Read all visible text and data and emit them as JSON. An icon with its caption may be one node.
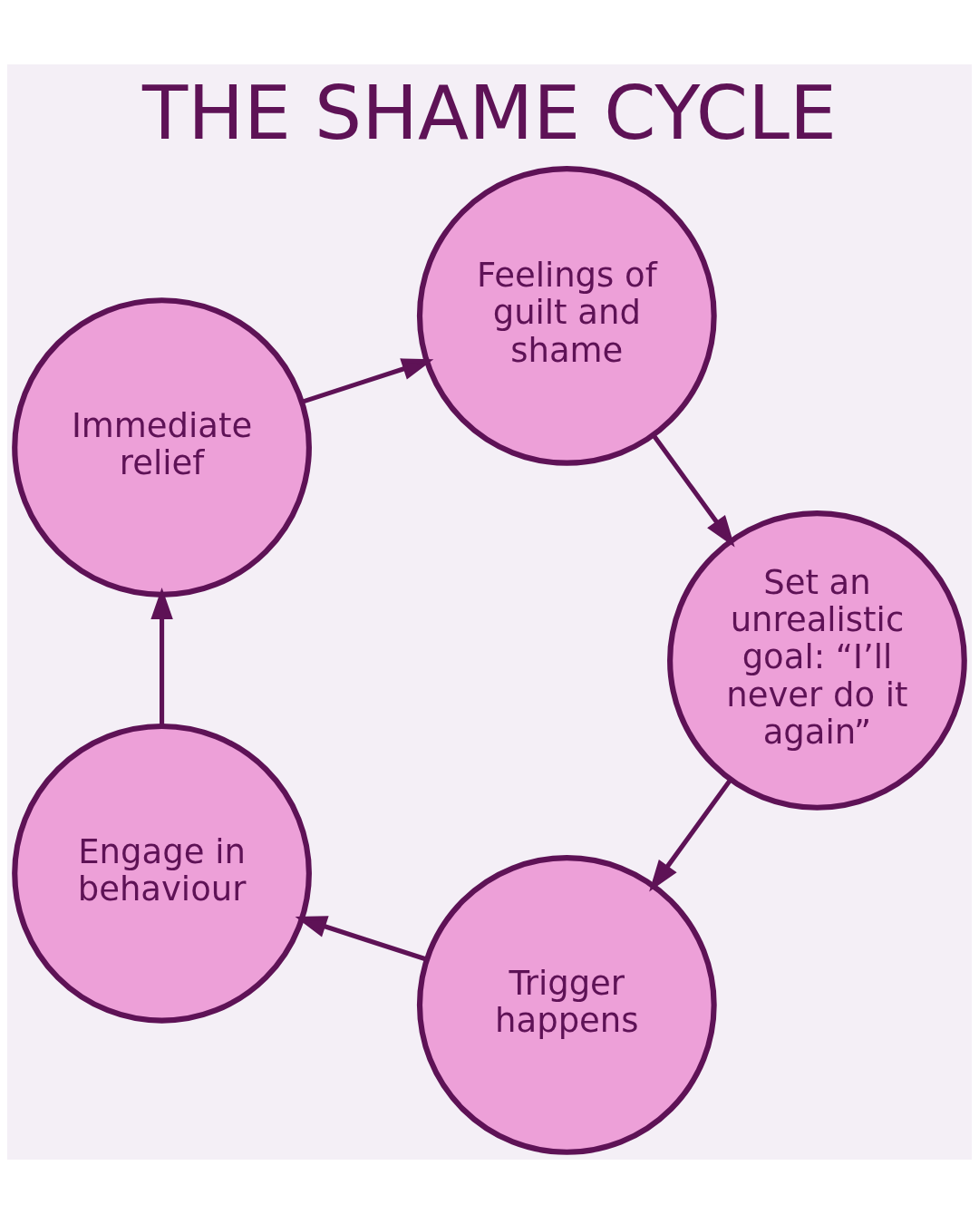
{
  "diagram": {
    "title": "THE SHAME CYCLE",
    "nodes": [
      {
        "text": [
          "Trigger happens"
        ]
      },
      {
        "text": [
          "Engage in behaviour"
        ]
      },
      {
        "text": [
          "Immediate relief"
        ]
      },
      {
        "text": [
          "Feelings of guilt and shame"
        ]
      },
      {
        "text": [
          "Set an unrealistic goal: “I’ll never do it again”"
        ]
      }
    ],
    "edges": [
      {
        "from": 0,
        "to": 1,
        "arrow": "to"
      },
      {
        "from": 1,
        "to": 2,
        "arrow": "to"
      },
      {
        "from": 2,
        "to": 3,
        "arrow": "to"
      },
      {
        "from": 3,
        "to": 4,
        "arrow": "to"
      },
      {
        "from": 4,
        "to": 0,
        "arrow": "to"
      }
    ]
  }
}
